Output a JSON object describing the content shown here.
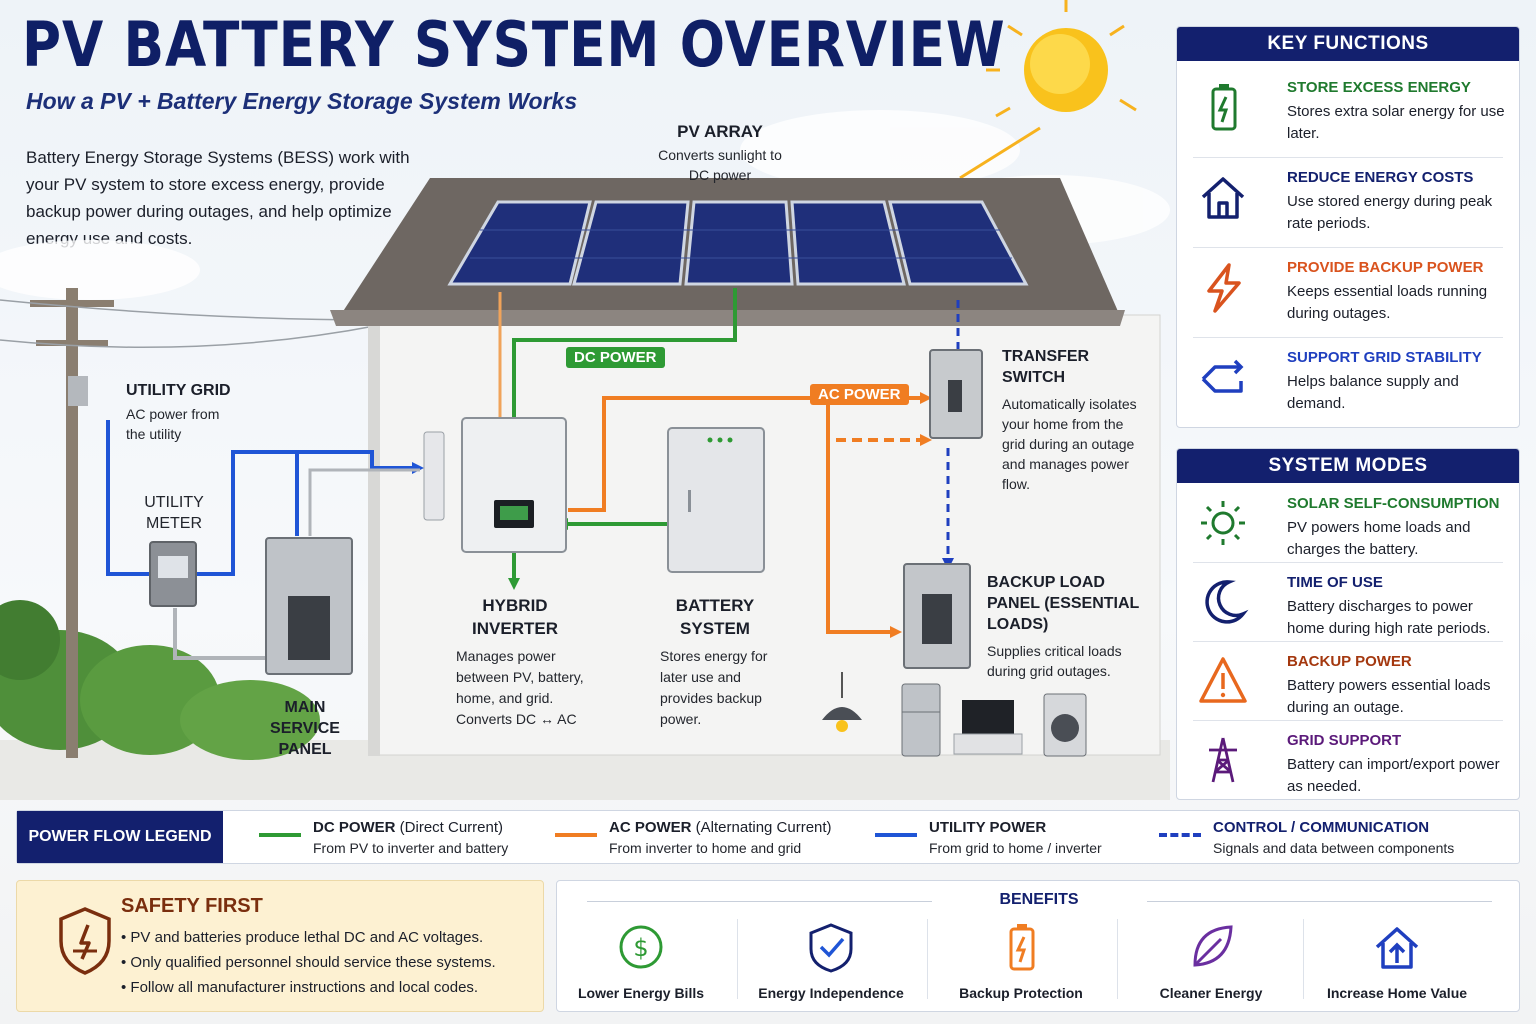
{
  "header": {
    "title": "PV BATTERY SYSTEM OVERVIEW",
    "subtitle": "How a PV + Battery Energy Storage System Works",
    "intro": "Battery Energy Storage Systems (BESS) work with your PV system to store excess energy, provide backup power during outages, and help optimize energy use and costs."
  },
  "diagram": {
    "pv_array": {
      "title": "PV ARRAY",
      "desc": "Converts sunlight to DC power"
    },
    "utility_grid": {
      "title": "UTILITY GRID",
      "desc": "AC power from the utility"
    },
    "utility_meter": {
      "title": "UTILITY METER"
    },
    "main_panel": {
      "title": "MAIN SERVICE PANEL"
    },
    "inverter": {
      "title": "HYBRID INVERTER",
      "desc": "Manages power between PV, battery, home, and grid. Converts DC ↔ AC"
    },
    "battery": {
      "title": "BATTERY SYSTEM",
      "desc": "Stores energy for later use and provides backup power."
    },
    "transfer_switch": {
      "title": "TRANSFER SWITCH",
      "desc": "Automatically isolates your home from the grid during an outage and manages power flow."
    },
    "backup_panel": {
      "title": "BACKUP LOAD PANEL (ESSENTIAL LOADS)",
      "desc": "Supplies critical loads during grid outages."
    },
    "dc_tag": "DC POWER",
    "ac_tag": "AC POWER"
  },
  "key_functions": {
    "title": "KEY FUNCTIONS",
    "items": [
      {
        "title": "STORE EXCESS ENERGY",
        "desc": "Stores extra solar energy for use later.",
        "color": "#1f7a2e",
        "icon": "battery-icon"
      },
      {
        "title": "REDUCE ENERGY COSTS",
        "desc": "Use stored energy during peak rate periods.",
        "color": "#13206e",
        "icon": "home-icon"
      },
      {
        "title": "PROVIDE BACKUP POWER",
        "desc": "Keeps essential loads running during outages.",
        "color": "#d9531e",
        "icon": "lightning-icon"
      },
      {
        "title": "SUPPORT GRID STABILITY",
        "desc": "Helps balance supply and demand.",
        "color": "#1f3fbf",
        "icon": "grid-arrows-icon"
      }
    ]
  },
  "system_modes": {
    "title": "SYSTEM MODES",
    "items": [
      {
        "title": "SOLAR SELF-CONSUMPTION",
        "desc": "PV powers home loads and charges the battery.",
        "color": "#1f7a2e",
        "icon": "sun-icon"
      },
      {
        "title": "TIME OF USE",
        "desc": "Battery discharges to power home during high rate periods.",
        "color": "#13206e",
        "icon": "moon-icon"
      },
      {
        "title": "BACKUP POWER",
        "desc": "Battery powers essential loads during an outage.",
        "color": "#a4380f",
        "icon": "warning-icon"
      },
      {
        "title": "GRID SUPPORT",
        "desc": "Battery can import/export power as needed.",
        "color": "#5b1a7a",
        "icon": "tower-icon"
      }
    ]
  },
  "legend": {
    "title": "POWER FLOW LEGEND",
    "items": [
      {
        "name": "DC POWER",
        "extra": " (Direct Current)",
        "desc": "From PV to inverter and battery",
        "color": "#2e9a34",
        "dashed": false
      },
      {
        "name": "AC POWER",
        "extra": " (Alternating Current)",
        "desc": "From inverter to home and grid",
        "color": "#f07d22",
        "dashed": false
      },
      {
        "name": "UTILITY POWER",
        "extra": "",
        "desc": "From grid to home / inverter",
        "color": "#1f55d6",
        "dashed": false
      },
      {
        "name": "CONTROL / COMMUNICATION",
        "extra": "",
        "desc": "Signals and data between components",
        "color": "#1f3fbf",
        "dashed": true
      }
    ]
  },
  "safety": {
    "title": "SAFETY FIRST",
    "items": [
      "PV and batteries produce lethal DC and AC voltages.",
      "Only qualified personnel should service these systems.",
      "Follow all manufacturer instructions and local codes."
    ]
  },
  "benefits": {
    "title": "BENEFITS",
    "items": [
      {
        "label": "Lower Energy Bills",
        "icon": "dollar-icon",
        "color": "#2e9a34"
      },
      {
        "label": "Energy Independence",
        "icon": "shield-check-icon",
        "color": "#13206e"
      },
      {
        "label": "Backup Protection",
        "icon": "battery-icon",
        "color": "#f07d22"
      },
      {
        "label": "Cleaner Energy",
        "icon": "leaf-icon",
        "color": "#6a2fa0"
      },
      {
        "label": "Increase Home Value",
        "icon": "home-up-icon",
        "color": "#1f3fbf"
      }
    ]
  }
}
